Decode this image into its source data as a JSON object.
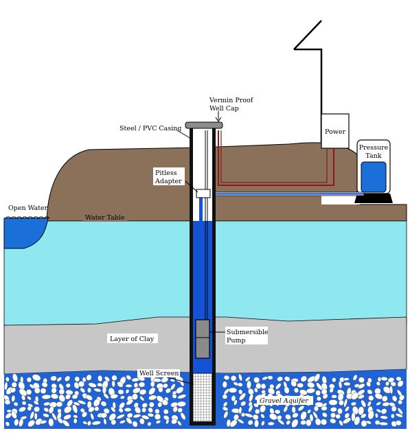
{
  "labels": {
    "well_cap_line1": "Vermin Proof",
    "well_cap_line2": "Well Cap",
    "casing": "Steel / PVC Casing",
    "power": "Power",
    "pressure_tank_line1": "Pressure",
    "pressure_tank_line2": "Tank",
    "pitless_line1": "Pitless",
    "pitless_line2": "Adapter",
    "open_water": "Open Water",
    "water_table": "Water Table",
    "clay": "Layer of Clay",
    "pump_line1": "Submersible",
    "pump_line2": "Pump",
    "well_screen": "Well Screen",
    "gravel": "Gravel Aquifer"
  },
  "colors": {
    "soil": "#8b7159",
    "water": "#8fe8f0",
    "open_water": "#1a6fd8",
    "clay": "#c7c7c7",
    "gravel_bg": "#1f63d4",
    "pebble": "#ffffff",
    "casing": "#111111",
    "pipe_blue": "#1553d6",
    "wire_red": "#8a1a1a",
    "tank": "#1a6fd8",
    "cap": "#8c8c8c"
  }
}
